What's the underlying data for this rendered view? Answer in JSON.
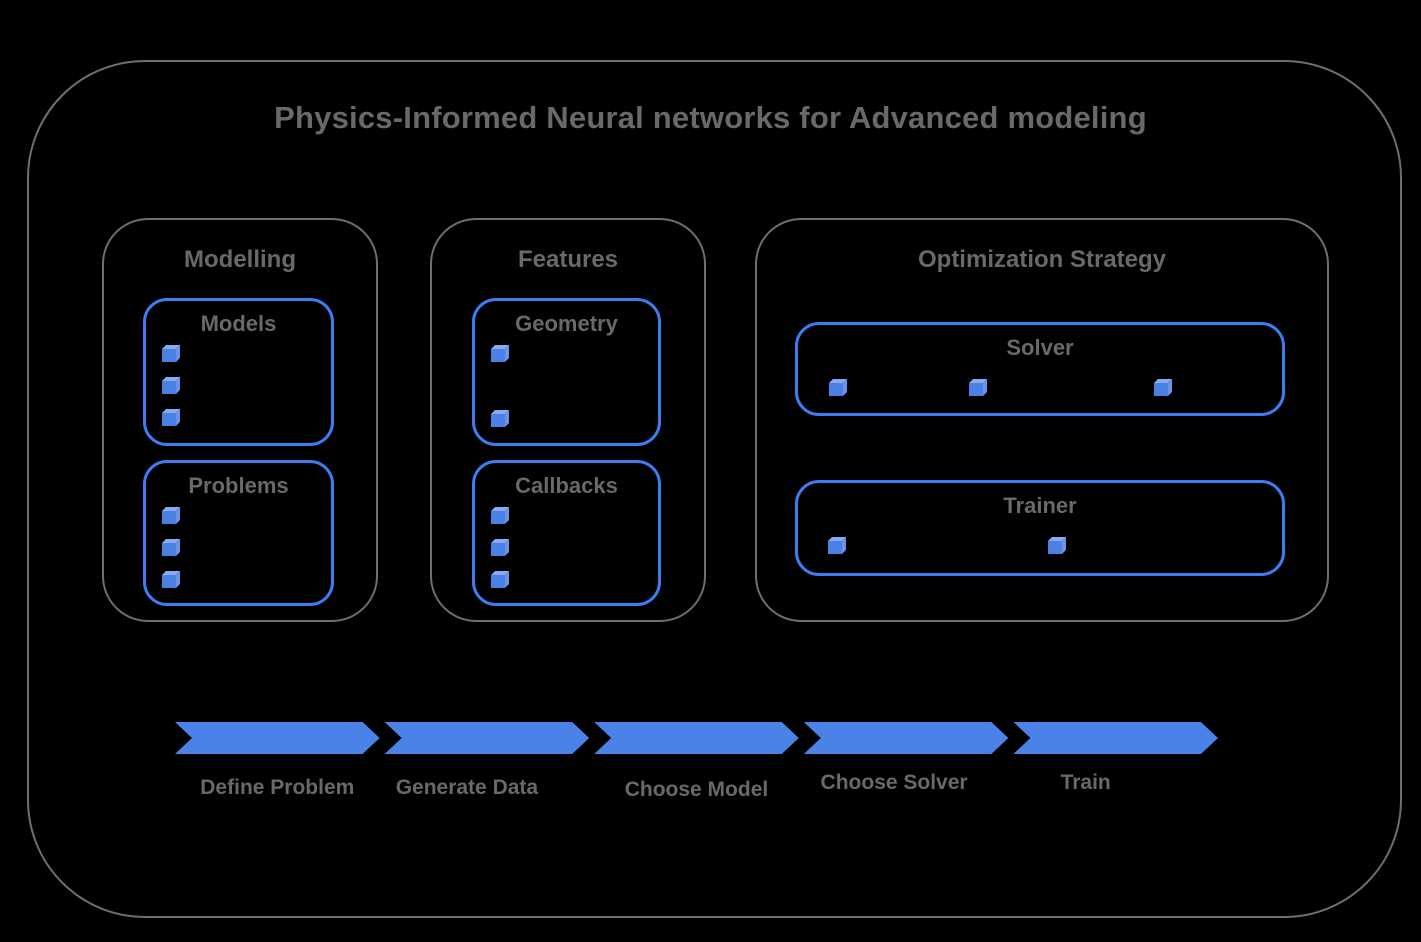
{
  "title": "Physics-Informed Neural networks for Advanced modeling",
  "colors": {
    "background": "#000000",
    "gray_border": "#6f6f6f",
    "gray_text": "#696969",
    "blue_border": "#3e7cf2",
    "arrow_blue": "#4a82e8",
    "cube_front": "#4d80e4",
    "cube_top": "#88aaf0",
    "cube_side": "#6b94e8"
  },
  "bullet_icon": "cube-icon",
  "sections": [
    {
      "title": "Modelling",
      "cards": [
        {
          "title": "Models",
          "bullet_count": 3
        },
        {
          "title": "Problems",
          "bullet_count": 3
        }
      ]
    },
    {
      "title": "Features",
      "cards": [
        {
          "title": "Geometry",
          "bullet_count": 2
        },
        {
          "title": "Callbacks",
          "bullet_count": 3
        }
      ]
    },
    {
      "title": "Optimization Strategy",
      "cards": [
        {
          "title": "Solver",
          "bullet_count": 3
        },
        {
          "title": "Trainer",
          "bullet_count": 2
        }
      ]
    }
  ],
  "process_steps": [
    "Define Problem",
    "Generate Data",
    "Choose Model",
    "Choose Solver",
    "Train"
  ]
}
